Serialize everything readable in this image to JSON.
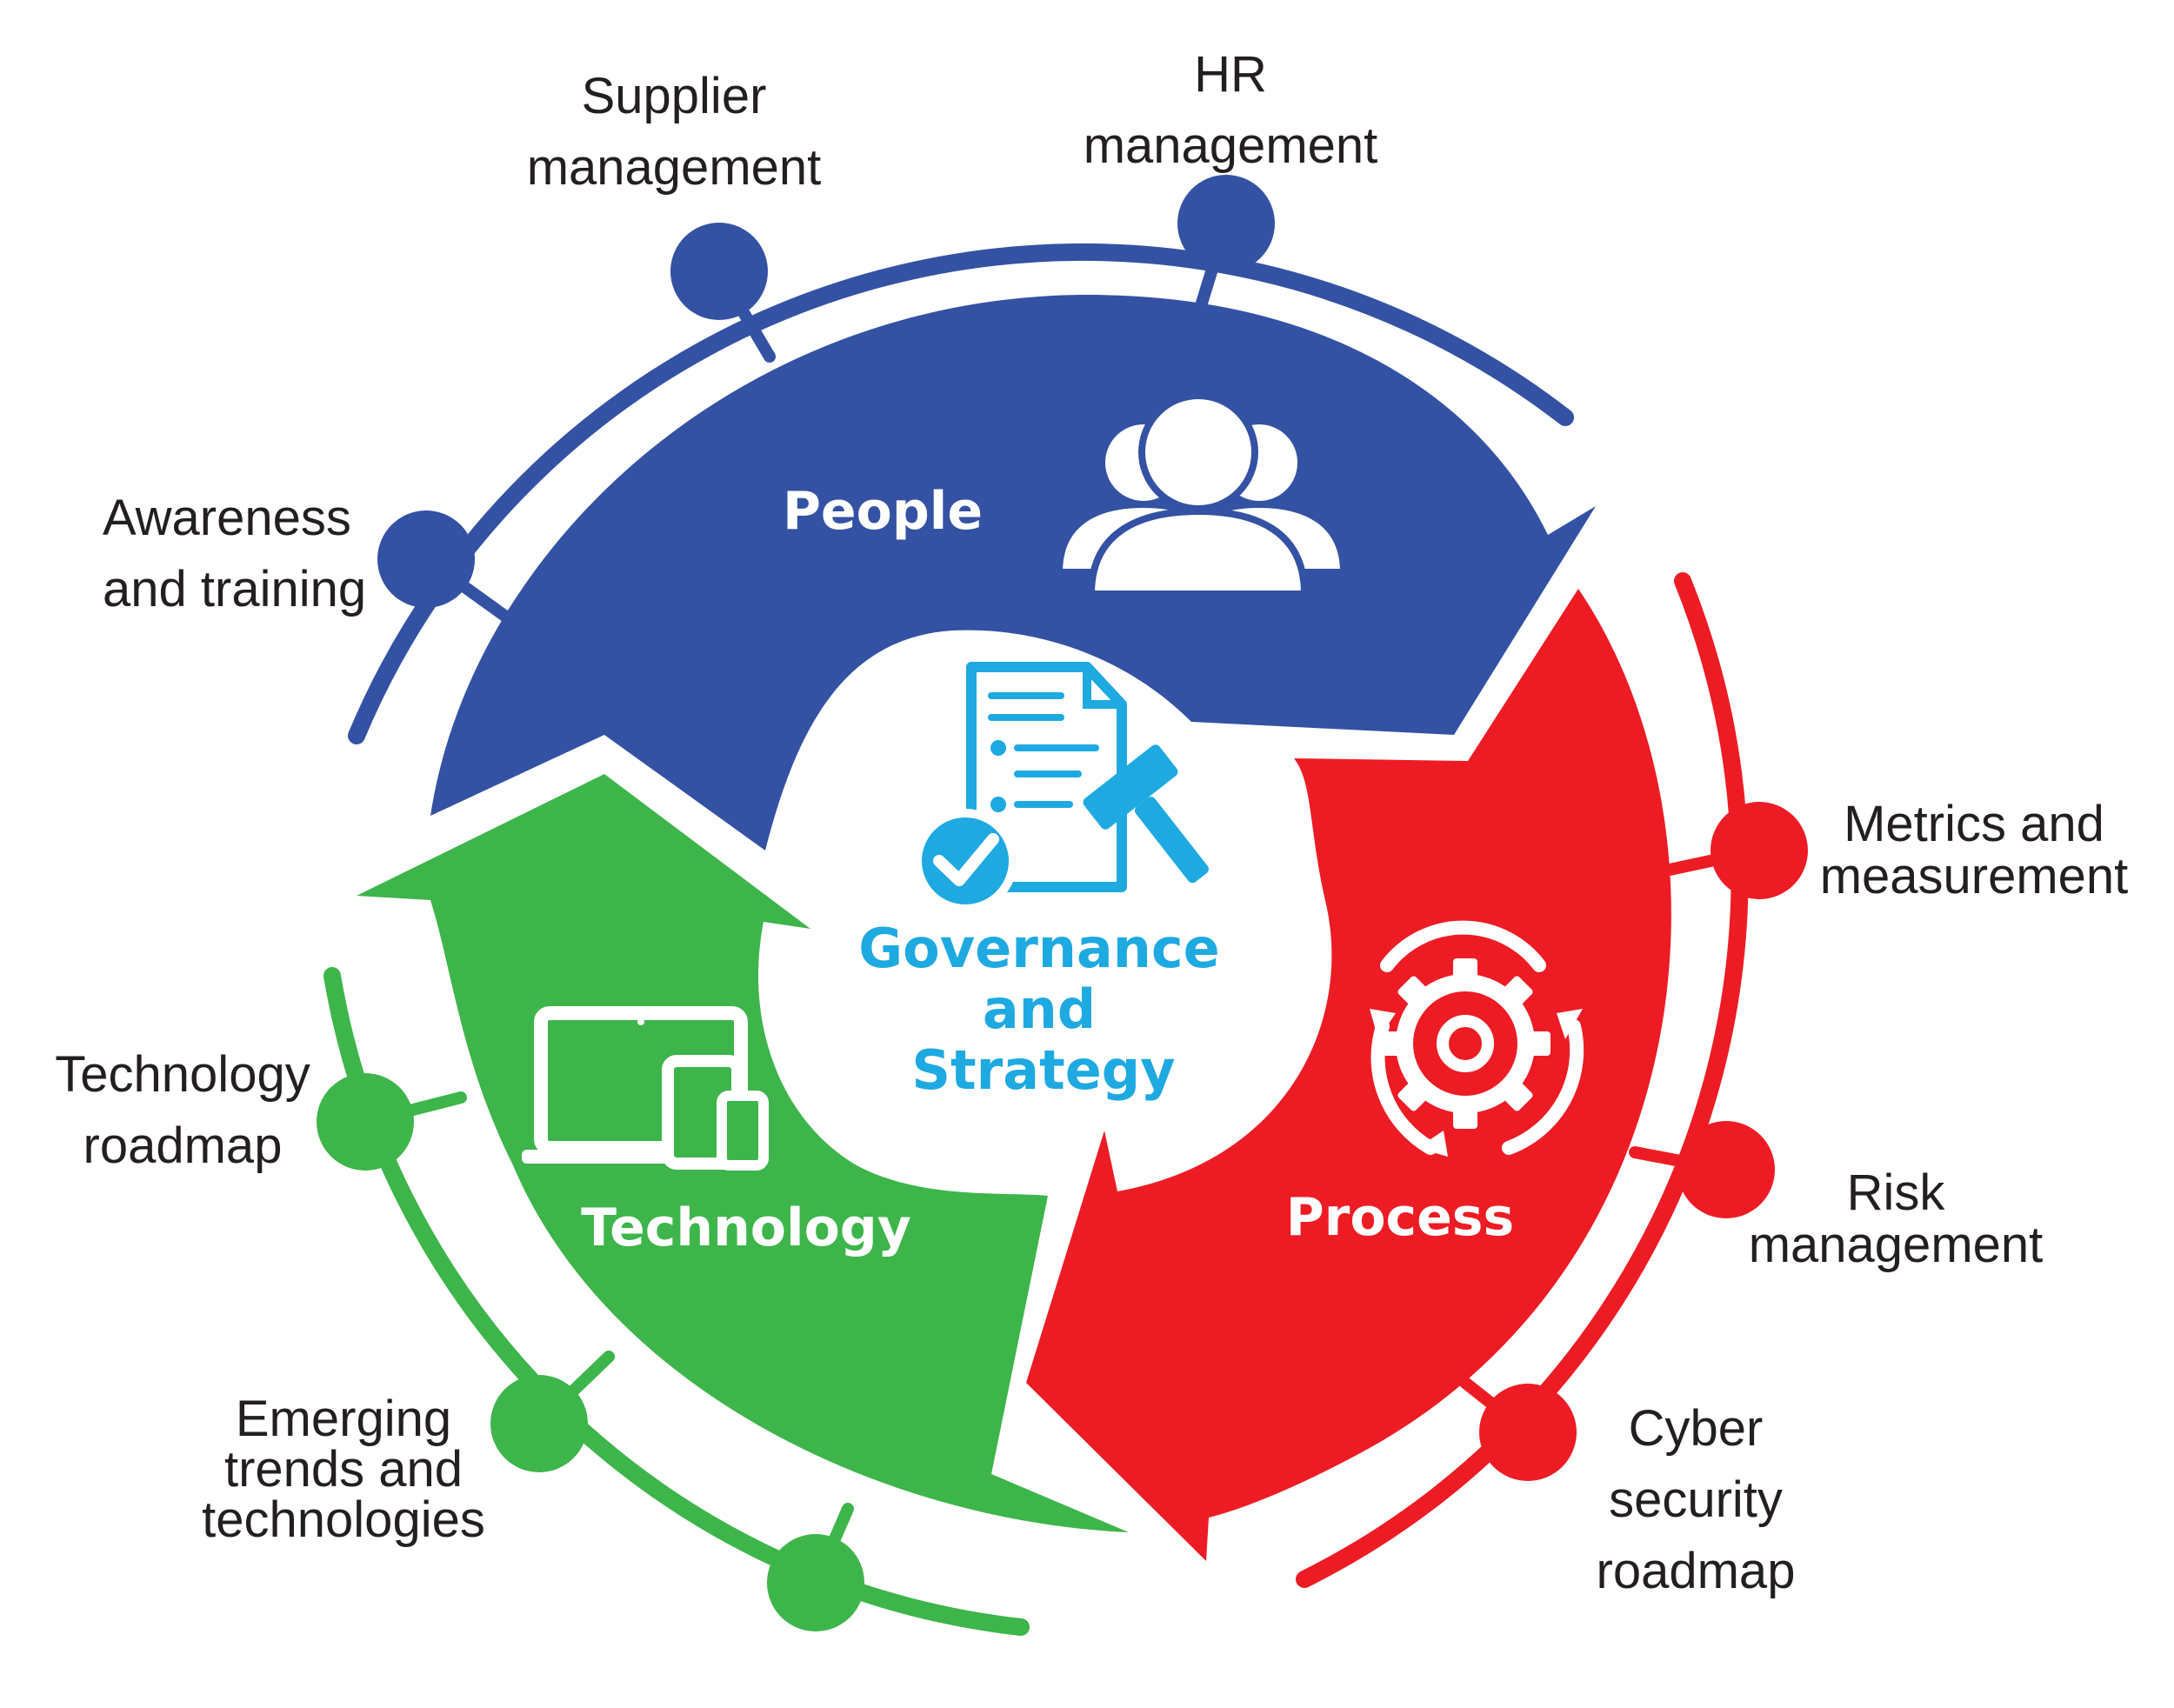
{
  "colors": {
    "people": "#3452a3",
    "process": "#ed1c24",
    "technology": "#3db54a",
    "governance": "#1ea9e1",
    "text": "#231f20"
  },
  "center": {
    "lines": [
      "Governance",
      "and",
      "Strategy"
    ],
    "icon": "document-gavel-check-icon"
  },
  "segments": {
    "people": {
      "label": "People",
      "icon": "users-group-icon"
    },
    "process": {
      "label": "Process",
      "icon": "gear-cycle-icon"
    },
    "technology": {
      "label": "Technology",
      "icon": "devices-icon"
    }
  },
  "outer": {
    "people": [
      {
        "id": "awareness",
        "lines": [
          "Awareness",
          "and training"
        ]
      },
      {
        "id": "supplier",
        "lines": [
          "Supplier",
          "management"
        ]
      },
      {
        "id": "hr",
        "lines": [
          "HR",
          "management"
        ]
      }
    ],
    "process": [
      {
        "id": "metrics",
        "lines": [
          "Metrics and",
          "measurement"
        ]
      },
      {
        "id": "risk",
        "lines": [
          "Risk",
          "management"
        ]
      },
      {
        "id": "cyber",
        "lines": [
          "Cyber",
          "security",
          "roadmap"
        ]
      }
    ],
    "technology": [
      {
        "id": "tech-roadmap",
        "lines": [
          "Technology",
          "roadmap"
        ]
      },
      {
        "id": "emerging",
        "lines": [
          "Emerging",
          "trends and",
          "technologies"
        ]
      }
    ]
  }
}
